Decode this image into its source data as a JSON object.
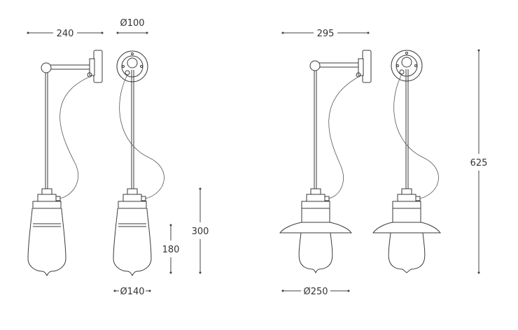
{
  "dimensions": {
    "small_arm_width": "240",
    "small_plate_diameter": "Ø100",
    "small_shade_diameter": "Ø140",
    "small_glass_height": "180",
    "small_lamp_height": "300",
    "large_arm_width": "295",
    "large_shade_diameter": "Ø250",
    "total_height": "625"
  },
  "colors": {
    "line": "#3a3a3a",
    "text": "#333333",
    "background": "#ffffff"
  }
}
